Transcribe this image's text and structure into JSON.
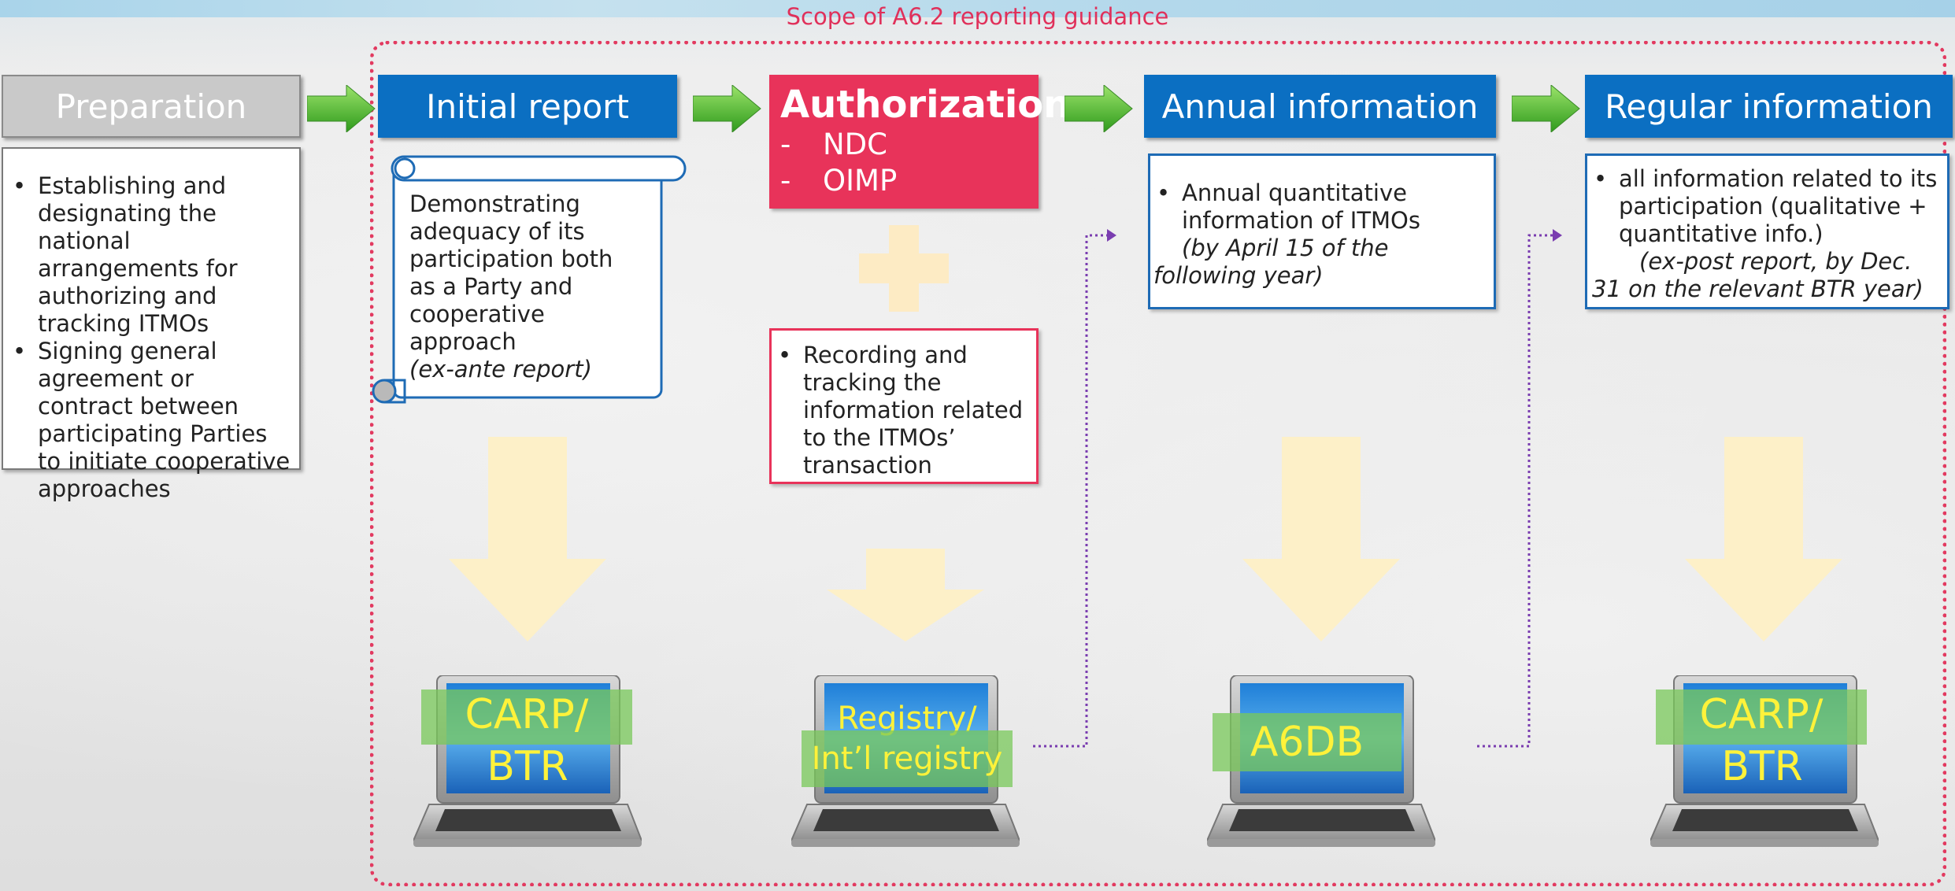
{
  "scope_title": "Scope of A6.2 reporting guidance",
  "stages": {
    "preparation": {
      "header": "Preparation",
      "bullets": [
        "Establishing and designating the national arrangements for authorizing and tracking ITMOs",
        "Signing general agreement or contract between participating Parties to initiate cooperative approaches"
      ]
    },
    "initial_report": {
      "header": "Initial report",
      "text": "Demonstrating adequacy of its participation both as a Party and cooperative approach",
      "note": "(ex-ante report)",
      "laptop_line1": "CARP/",
      "laptop_line2": "BTR"
    },
    "authorization": {
      "header": "Authorization",
      "items": [
        "NDC",
        "OIMP"
      ],
      "dash": "-",
      "plus": "+",
      "bullet": "Recording and tracking the information related to the ITMOs’ transaction",
      "laptop_line1": "Registry/",
      "laptop_line2": "Int’l registry"
    },
    "annual": {
      "header": "Annual information",
      "bullet": "Annual quantitative information of ITMOs",
      "note": "(by April 15 of the following year)",
      "laptop_label": "A6DB"
    },
    "regular": {
      "header": "Regular information",
      "bullet": "all information related to its participation (qualitative + quantitative info.)",
      "note": "(ex-post report, by Dec. 31 on the relevant BTR year)",
      "laptop_line1": "CARP/",
      "laptop_line2": "BTR"
    }
  },
  "colors": {
    "header_blue": "#0b6fc2",
    "authorization_red": "#e8335a",
    "scope_border": "#e23a60",
    "arrow_green": "#3fb02a",
    "down_arrow_cream": "#fdf0c8",
    "connector_purple": "#7a3db0"
  }
}
